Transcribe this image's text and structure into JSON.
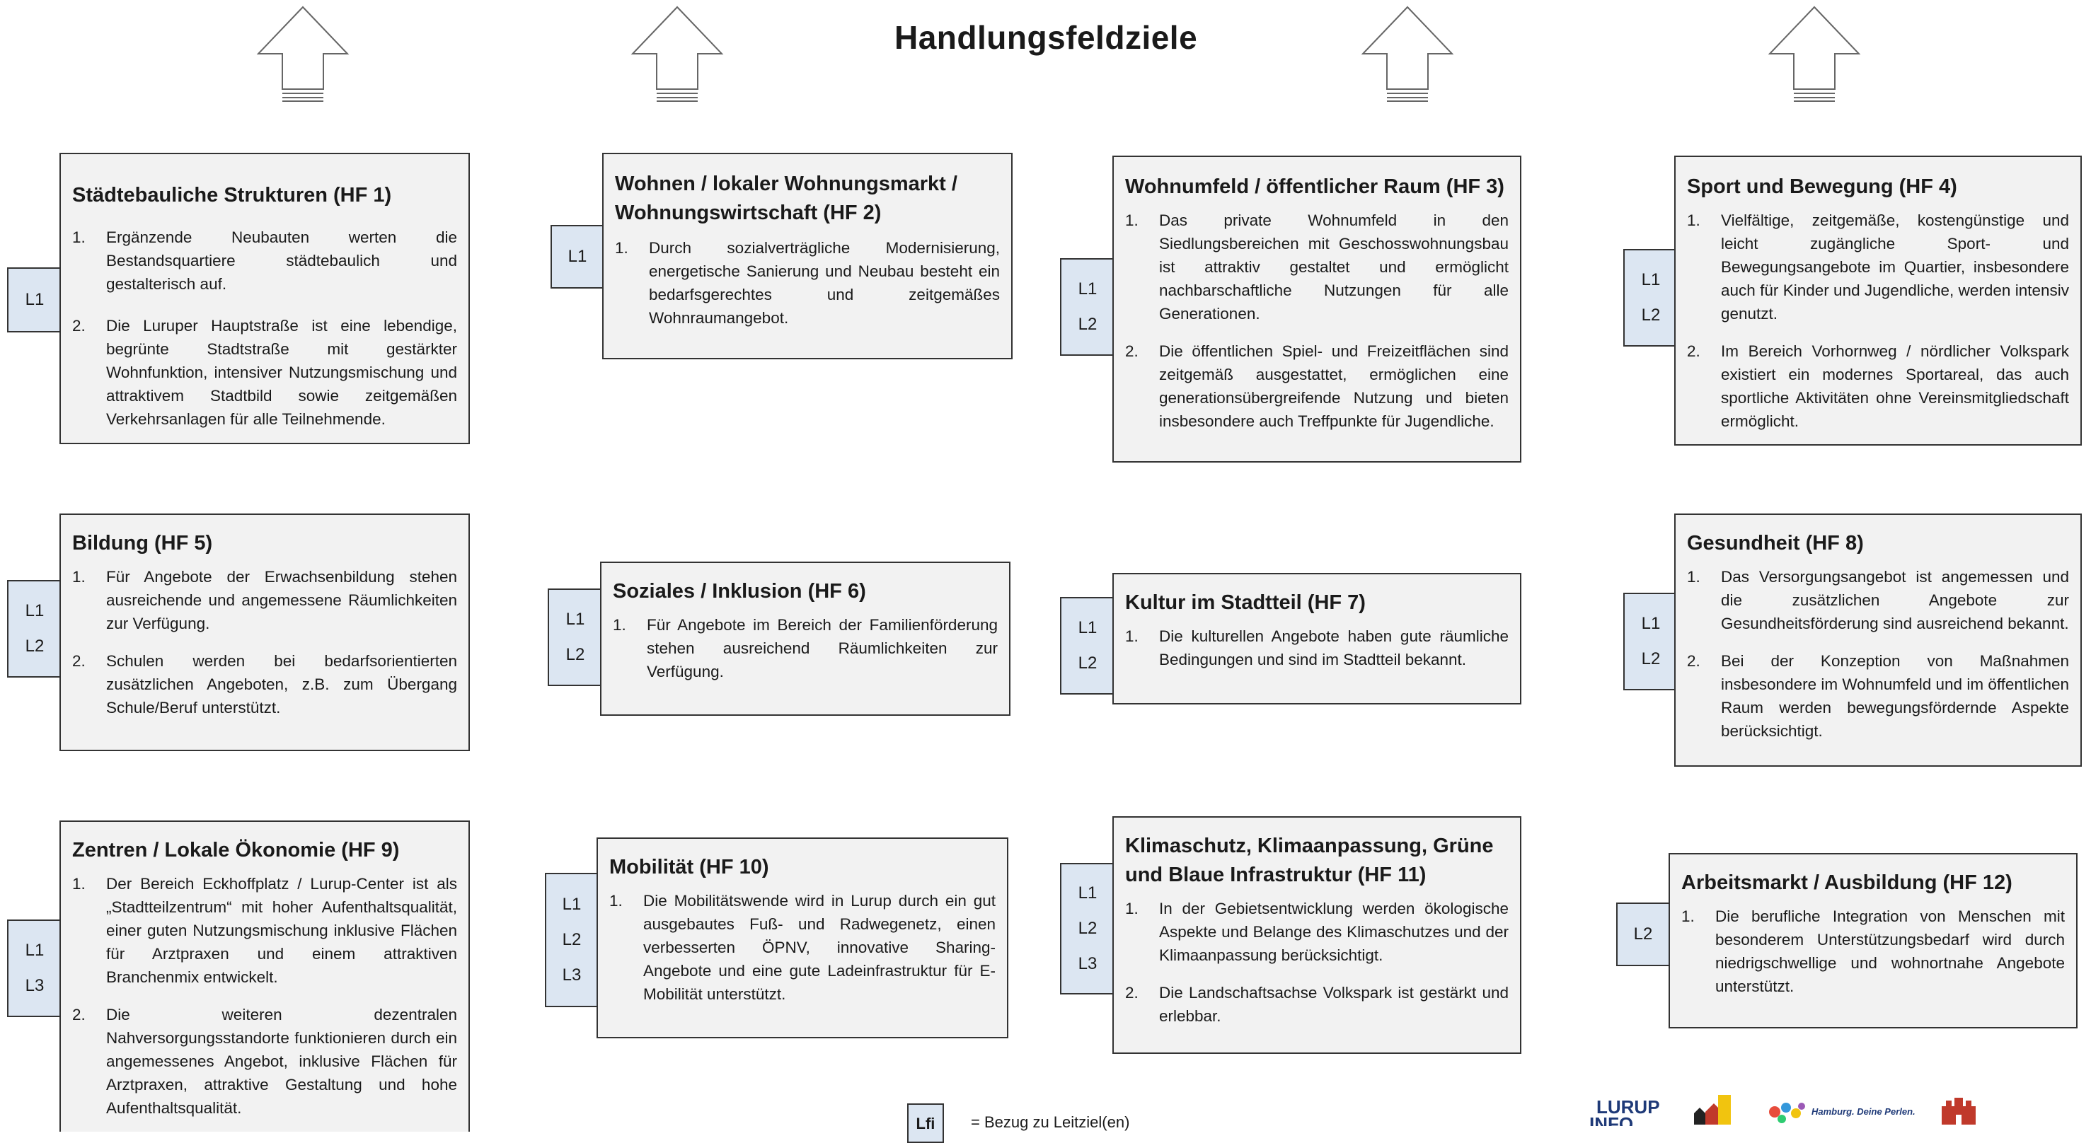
{
  "title": "Handlungsfeldziele",
  "legend": {
    "tag": "Lfi",
    "text": "= Bezug zu Leitziel(en)"
  },
  "logos": {
    "lurup": "LURUP INFO",
    "hamburg": "Hamburg. Deine Perlen."
  },
  "colors": {
    "box_fill": "#f2f2f2",
    "tag_fill": "#dce6f2",
    "border": "#333333"
  },
  "fields": [
    {
      "title": "Städtebauliche Strukturen (HF 1)",
      "tags": [
        "L1"
      ],
      "items": [
        {
          "num": "1.",
          "text": "Ergänzende Neubauten werten die Bestandsquartiere städtebaulich und gestalterisch auf."
        },
        {
          "num": "2.",
          "text": "Die Luruper Hauptstraße ist eine lebendige, begrünte Stadtstraße mit gestärkter Wohnfunktion, intensiver Nutzungsmischung und attraktivem Stadtbild sowie zeitgemäßen Verkehrsanlagen für alle Teilnehmende."
        }
      ]
    },
    {
      "title": "Wohnen / lokaler Wohnungsmarkt / Wohnungswirtschaft (HF 2)",
      "tags": [
        "L1"
      ],
      "items": [
        {
          "num": "1.",
          "text": "Durch sozialverträgliche Modernisierung, energetische Sanierung und Neubau besteht ein bedarfsgerechtes und zeitgemäßes Wohnraumangebot."
        }
      ]
    },
    {
      "title": "Wohnumfeld / öffentlicher Raum (HF 3)",
      "tags": [
        "L1",
        "L2"
      ],
      "items": [
        {
          "num": "1.",
          "text": "Das private Wohnumfeld in den Siedlungsbereichen mit Geschosswohnungsbau ist attraktiv gestaltet und ermöglicht nachbarschaftliche Nutzungen für alle Generationen."
        },
        {
          "num": "2.",
          "text": "Die öffentlichen Spiel- und Freizeitflächen sind zeitgemäß ausgestattet, ermöglichen eine generationsübergreifende Nutzung und bieten insbesondere auch Treffpunkte für Jugendliche."
        }
      ]
    },
    {
      "title": "Sport und Bewegung (HF 4)",
      "tags": [
        "L1",
        "L2"
      ],
      "items": [
        {
          "num": "1.",
          "text": "Vielfältige, zeitgemäße, kostengünstige und leicht zugängliche Sport- und Bewegungsangebote im Quartier, insbesondere auch für Kinder und Jugendliche, werden intensiv genutzt."
        },
        {
          "num": "2.",
          "text": "Im Bereich Vorhornweg / nördlicher Volkspark existiert ein modernes Sportareal, das auch sportliche Aktivitäten ohne Vereinsmitgliedschaft ermöglicht."
        }
      ]
    },
    {
      "title": "Bildung (HF 5)",
      "tags": [
        "L1",
        "L2"
      ],
      "items": [
        {
          "num": "1.",
          "text": "Für Angebote der Erwachsenbildung stehen ausreichende und angemessene Räumlichkeiten zur Verfügung."
        },
        {
          "num": "2.",
          "text": "Schulen werden bei bedarfsorientierten zusätzlichen Angeboten, z.B. zum Übergang Schule/Beruf unterstützt."
        }
      ]
    },
    {
      "title": "Soziales / Inklusion (HF 6)",
      "tags": [
        "L1",
        "L2"
      ],
      "items": [
        {
          "num": "1.",
          "text": "Für Angebote im Bereich der Familienförderung stehen ausreichend Räumlichkeiten zur Verfügung."
        }
      ]
    },
    {
      "title": "Kultur im Stadtteil (HF 7)",
      "tags": [
        "L1",
        "L2"
      ],
      "items": [
        {
          "num": "1.",
          "text": "Die kulturellen Angebote haben gute räumliche Bedingungen und sind im Stadtteil bekannt."
        }
      ]
    },
    {
      "title": "Gesundheit (HF 8)",
      "tags": [
        "L1",
        "L2"
      ],
      "items": [
        {
          "num": "1.",
          "text": "Das Versorgungsangebot ist angemessen und die zusätzlichen Angebote zur Gesundheitsförderung sind ausreichend bekannt."
        },
        {
          "num": "2.",
          "text": "Bei der Konzeption von Maßnahmen insbesondere im Wohnumfeld und im öffentlichen Raum werden bewegungsfördernde Aspekte berücksichtigt."
        }
      ]
    },
    {
      "title": "Zentren / Lokale Ökonomie (HF 9)",
      "tags": [
        "L1",
        "L3"
      ],
      "items": [
        {
          "num": "1.",
          "text": "Der Bereich Eckhoffplatz / Lurup-Center ist als „Stadtteilzentrum“ mit hoher Aufenthaltsqualität, einer guten Nutzungsmischung inklusive Flächen für Arztpraxen und einem attraktiven Branchenmix entwickelt."
        },
        {
          "num": "2.",
          "text": "Die weiteren dezentralen Nahversorgungsstandorte funktionieren durch ein angemessenes Angebot, inklusive Flächen für Arztpraxen, attraktive Gestaltung und hohe Aufenthaltsqualität."
        }
      ]
    },
    {
      "title": "Mobilität (HF 10)",
      "tags": [
        "L1",
        "L2",
        "L3"
      ],
      "items": [
        {
          "num": "1.",
          "text": "Die Mobilitätswende wird in Lurup durch ein gut ausgebautes Fuß- und Radwegenetz, einen verbesserten ÖPNV, innovative Sharing-Angebote und eine gute Ladeinfrastruktur für E-Mobilität unterstützt."
        }
      ]
    },
    {
      "title": "Klimaschutz, Klimaanpassung, Grüne und Blaue Infrastruktur (HF 11)",
      "tags": [
        "L1",
        "L2",
        "L3"
      ],
      "items": [
        {
          "num": "1.",
          "text": "In der Gebietsentwicklung werden ökologische Aspekte und Belange des Klimaschutzes und der Klimaanpassung berücksichtigt."
        },
        {
          "num": "2.",
          "text": "Die Landschaftsachse Volkspark ist gestärkt und erlebbar."
        }
      ]
    },
    {
      "title": "Arbeitsmarkt / Ausbildung (HF 12)",
      "tags": [
        "L2"
      ],
      "items": [
        {
          "num": "1.",
          "text": "Die berufliche Integration von Menschen mit besonderem Unterstützungsbedarf wird durch niedrigschwellige und wohnortnahe Angebote unterstützt."
        }
      ]
    }
  ]
}
